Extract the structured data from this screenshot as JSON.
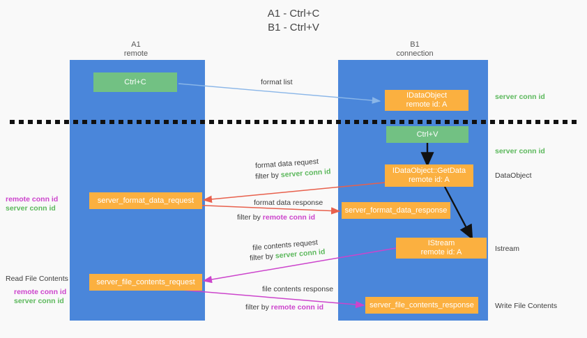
{
  "title": {
    "line1": "A1 - Ctrl+C",
    "line2": "B1 - Ctrl+V"
  },
  "colors": {
    "lane": "#4a86da",
    "green_box": "#72c183",
    "orange_box": "#fbb040",
    "server_conn_id": "#5cb85c",
    "remote_conn_id": "#cc44cc",
    "arrow_blue": "#8ab6e8",
    "arrow_red": "#e8604c",
    "arrow_magenta": "#cc44cc",
    "arrow_black": "#111111",
    "background": "#f9f9f9"
  },
  "columns": [
    {
      "id": "a1",
      "title": "A1",
      "subtitle": "remote"
    },
    {
      "id": "b1",
      "title": "B1",
      "subtitle": "connection"
    }
  ],
  "boxes": [
    {
      "id": "ctrl-c",
      "kind": "green",
      "line1": "Ctrl+C",
      "line2": ""
    },
    {
      "id": "idataobject",
      "kind": "orange",
      "line1": "IDataObject",
      "line2": "remote id: A"
    },
    {
      "id": "ctrl-v",
      "kind": "green",
      "line1": "Ctrl+V",
      "line2": ""
    },
    {
      "id": "idataobject-getdata",
      "kind": "orange",
      "line1": "IDataObject::GetData",
      "line2": "remote id: A"
    },
    {
      "id": "server-format-data-request",
      "kind": "orange",
      "line1": "server_format_data_request",
      "line2": ""
    },
    {
      "id": "server-format-data-response",
      "kind": "orange",
      "line1": "server_format_data_response",
      "line2": ""
    },
    {
      "id": "istream",
      "kind": "orange",
      "line1": "IStream",
      "line2": "remote id: A"
    },
    {
      "id": "server-file-contents-request",
      "kind": "orange",
      "line1": "server_file_contents_request",
      "line2": ""
    },
    {
      "id": "server-file-contents-response",
      "kind": "orange",
      "line1": "server_file_contents_response",
      "line2": ""
    }
  ],
  "right_labels": [
    {
      "id": "server-conn-id-1",
      "text": "server conn id",
      "style": "green"
    },
    {
      "id": "server-conn-id-2",
      "text": "server conn id",
      "style": "green"
    },
    {
      "id": "dataobject",
      "text": "DataObject",
      "style": "plain"
    },
    {
      "id": "istream",
      "text": "Istream",
      "style": "plain"
    },
    {
      "id": "write-file",
      "text": "Write File Contents",
      "style": "plain"
    }
  ],
  "left_labels": [
    {
      "id": "left-group-1-remote",
      "text": "remote conn id",
      "style": "purple"
    },
    {
      "id": "left-group-1-server",
      "text": "server conn id",
      "style": "green"
    },
    {
      "id": "read-file-contents",
      "text": "Read File Contents",
      "style": "plain"
    },
    {
      "id": "left-group-2-remote",
      "text": "remote conn id",
      "style": "purple"
    },
    {
      "id": "left-group-2-server",
      "text": "server conn id",
      "style": "green"
    }
  ],
  "flow_labels": [
    {
      "id": "format-list",
      "text": "format list"
    },
    {
      "id": "format-data-request",
      "text": "format data request"
    },
    {
      "id": "format-data-request-filter",
      "prefix": "filter by ",
      "highlight": "server conn id",
      "highlight_style": "green"
    },
    {
      "id": "format-data-response",
      "text": "format data response"
    },
    {
      "id": "format-data-response-filter",
      "prefix": "filter by ",
      "highlight": "remote conn id",
      "highlight_style": "purple"
    },
    {
      "id": "file-contents-request",
      "text": "file contents request"
    },
    {
      "id": "file-contents-request-filter",
      "prefix": "filter by ",
      "highlight": "server conn id",
      "highlight_style": "green"
    },
    {
      "id": "file-contents-response",
      "text": "file contents response"
    },
    {
      "id": "file-contents-response-filter",
      "prefix": "filter by ",
      "highlight": "remote conn id",
      "highlight_style": "purple"
    }
  ]
}
